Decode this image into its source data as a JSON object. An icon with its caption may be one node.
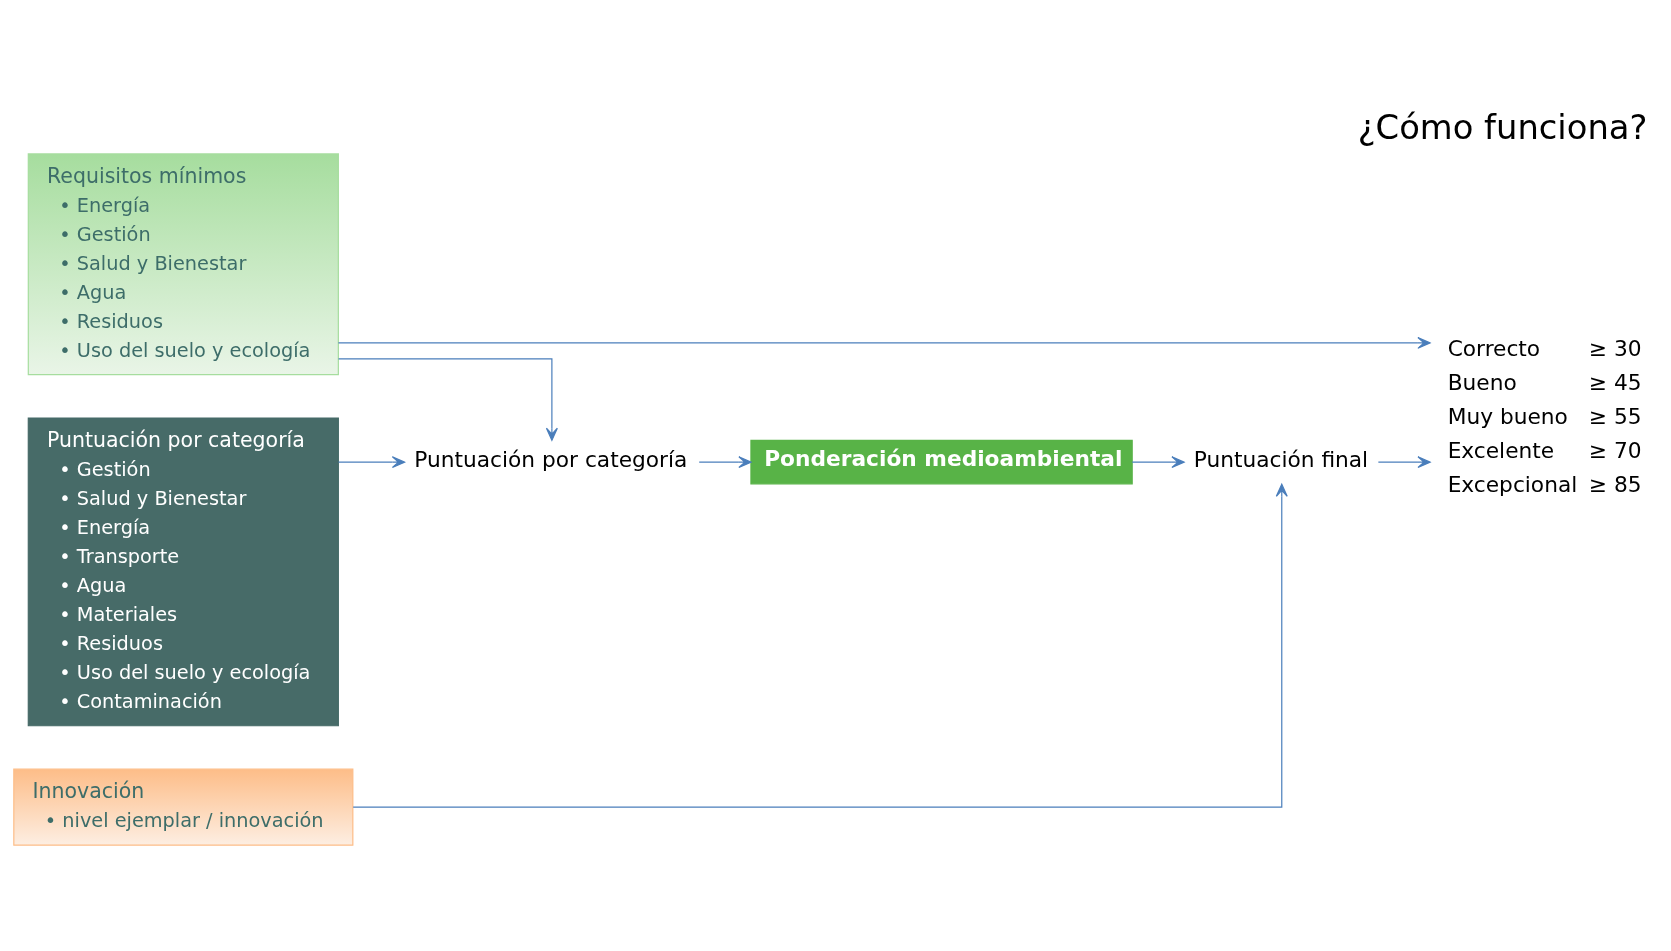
{
  "diagram": {
    "title": "¿Cómo funciona?",
    "nodes": [
      {
        "text": [
          "Requisitos mínimos",
          "• Energía",
          "• Gestión",
          "• Salud y Bienestar",
          "• Agua",
          "• Residuos",
          "• Uso del suelo y ecología"
        ]
      },
      {
        "text": [
          "Puntuación por categoría",
          "• Gestión",
          "• Salud y Bienestar",
          "• Energía",
          "• Transporte",
          "• Agua",
          "• Materiales",
          "• Residuos",
          "• Uso del suelo y ecología",
          "• Contaminación"
        ]
      },
      {
        "text": [
          "Innovación",
          "• nivel ejemplar / innovación"
        ]
      },
      {
        "text": [
          "Puntuación por categoría"
        ]
      },
      {
        "text": [
          "Ponderación medioambiental"
        ]
      },
      {
        "text": [
          "Puntuación final"
        ]
      },
      {
        "text": [
          "Correcto",
          "≥ 30",
          "Bueno",
          "≥ 45",
          "Muy bueno",
          "≥ 55",
          "Excelente",
          "≥ 70",
          "Excepcional",
          "≥ 85"
        ]
      }
    ],
    "edges": [
      {
        "from": 0,
        "to": 3,
        "arrow": "to"
      },
      {
        "from": 0,
        "to": 6,
        "arrow": "to"
      },
      {
        "from": 1,
        "to": 3,
        "arrow": "to"
      },
      {
        "from": 3,
        "to": 4,
        "arrow": "to"
      },
      {
        "from": 4,
        "to": 5,
        "arrow": "to"
      },
      {
        "from": 2,
        "to": 5,
        "arrow": "to"
      },
      {
        "from": 5,
        "to": 6,
        "arrow": "to"
      }
    ]
  }
}
